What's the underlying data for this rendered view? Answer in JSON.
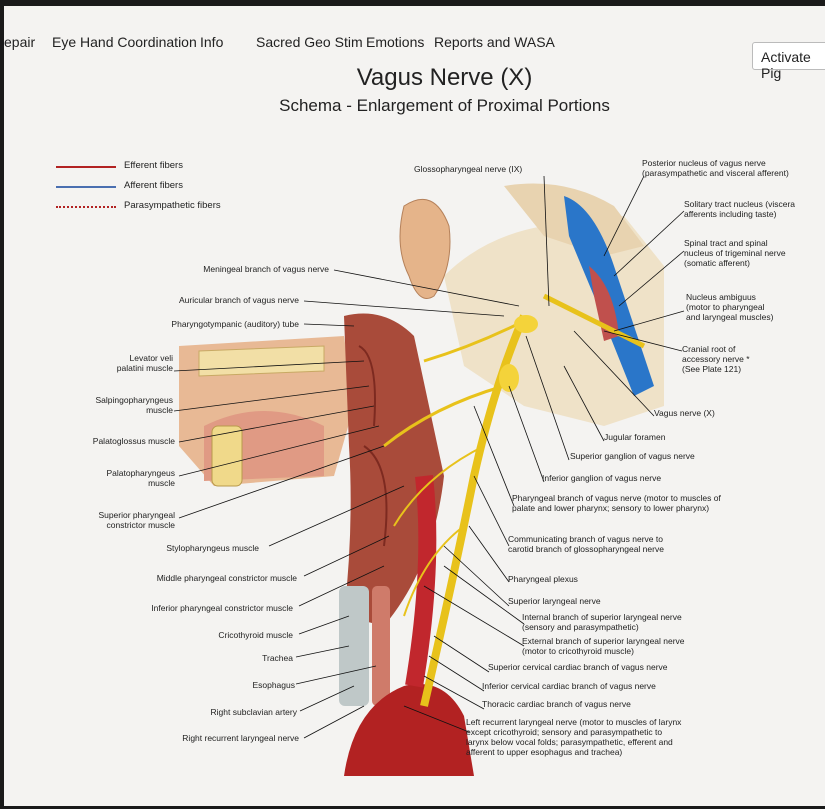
{
  "nav": {
    "items": [
      "epair",
      "Eye Hand Coordination",
      "Info",
      "Sacred Geo Stim",
      "Emotions",
      "Reports and WASA"
    ],
    "activate_label": "Activate Pig"
  },
  "page": {
    "title": "Vagus Nerve (X)",
    "subtitle": "Schema - Enlargement of Proximal Portions"
  },
  "legend": {
    "items": [
      {
        "label": "Efferent fibers",
        "color": "#b22222",
        "style": "solid"
      },
      {
        "label": "Afferent fibers",
        "color": "#4a6fb0",
        "style": "solid"
      },
      {
        "label": "Parasympathetic fibers",
        "color": "#b22222",
        "style": "dotted"
      }
    ]
  },
  "labels_left": [
    "Meningeal branch of vagus nerve",
    "Auricular branch of vagus nerve",
    "Pharyngotympanic (auditory) tube",
    "Levator veli\npalatini muscle",
    "Salpingopharyngeus\nmuscle",
    "Palatoglossus muscle",
    "Palatopharyngeus\nmuscle",
    "Superior pharyngeal\nconstrictor muscle",
    "Stylopharyngeus muscle",
    "Middle pharyngeal constrictor muscle",
    "Inferior pharyngeal constrictor muscle",
    "Cricothyroid muscle",
    "Trachea",
    "Esophagus",
    "Right subclavian artery",
    "Right recurrent laryngeal nerve"
  ],
  "labels_right": [
    "Glossopharyngeal nerve (IX)",
    "Posterior nucleus of vagus nerve\n(parasympathetic and visceral afferent)",
    "Solitary tract nucleus (viscera\nafferents including taste)",
    "Spinal tract and spinal\nnucleus of trigeminal nerve\n(somatic afferent)",
    "Nucleus ambiguus\n(motor to pharyngeal\nand laryngeal muscles)",
    "Cranial root of\naccessory nerve *\n(See Plate 121)",
    "Vagus nerve (X)",
    "Jugular foramen",
    "Superior ganglion of vagus nerve",
    "Inferior ganglion of vagus nerve",
    "Pharyngeal branch of vagus nerve (motor to muscles of\npalate and lower pharynx; sensory to lower pharynx)",
    "Communicating branch of vagus nerve to\ncarotid branch of glossopharyngeal nerve",
    "Pharyngeal plexus",
    "Superior laryngeal nerve",
    "Internal branch of superior laryngeal nerve\n(sensory and parasympathetic)",
    "External branch of superior laryngeal nerve\n(motor to cricothyroid muscle)",
    "Superior cervical cardiac branch of vagus nerve",
    "Inferior cervical cardiac branch of vagus nerve",
    "Thoracic cardiac branch of vagus nerve",
    "Left recurrent laryngeal nerve (motor to muscles of larynx\nexcept cricothyroid; sensory and parasympathetic to\nlarynx below vocal folds; parasympathetic, efferent and\nafferent to upper esophagus and trachea)"
  ]
}
